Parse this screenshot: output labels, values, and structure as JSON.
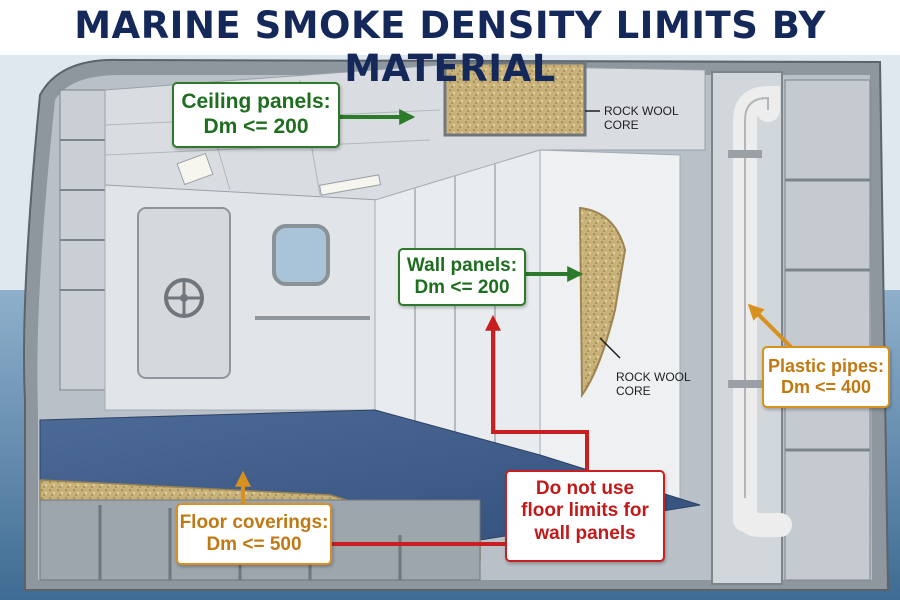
{
  "title": "MARINE SMOKE DENSITY LIMITS BY MATERIAL",
  "callouts": {
    "ceiling": {
      "line1": "Ceiling panels:",
      "line2": "Dm <= 200"
    },
    "wall": {
      "line1": "Wall panels:",
      "line2": "Dm <= 200"
    },
    "pipes": {
      "line1": "Plastic pipes:",
      "line2": "Dm <= 400"
    },
    "floor": {
      "line1": "Floor coverings:",
      "line2": "Dm <= 500"
    },
    "warning": {
      "line1": "Do not use",
      "line2": "floor limits for",
      "line3": "wall panels"
    }
  },
  "core_labels": {
    "ceiling": {
      "line1": "ROCK WOOL",
      "line2": "CORE"
    },
    "wall": {
      "line1": "ROCK WOOL",
      "line2": "CORE"
    }
  },
  "colors": {
    "title": "#14285a",
    "green": "#2d7a2a",
    "orange": "#d8901f",
    "red": "#c82020",
    "floor": "#3e5a86",
    "rock_wool": "#c9b27a"
  }
}
